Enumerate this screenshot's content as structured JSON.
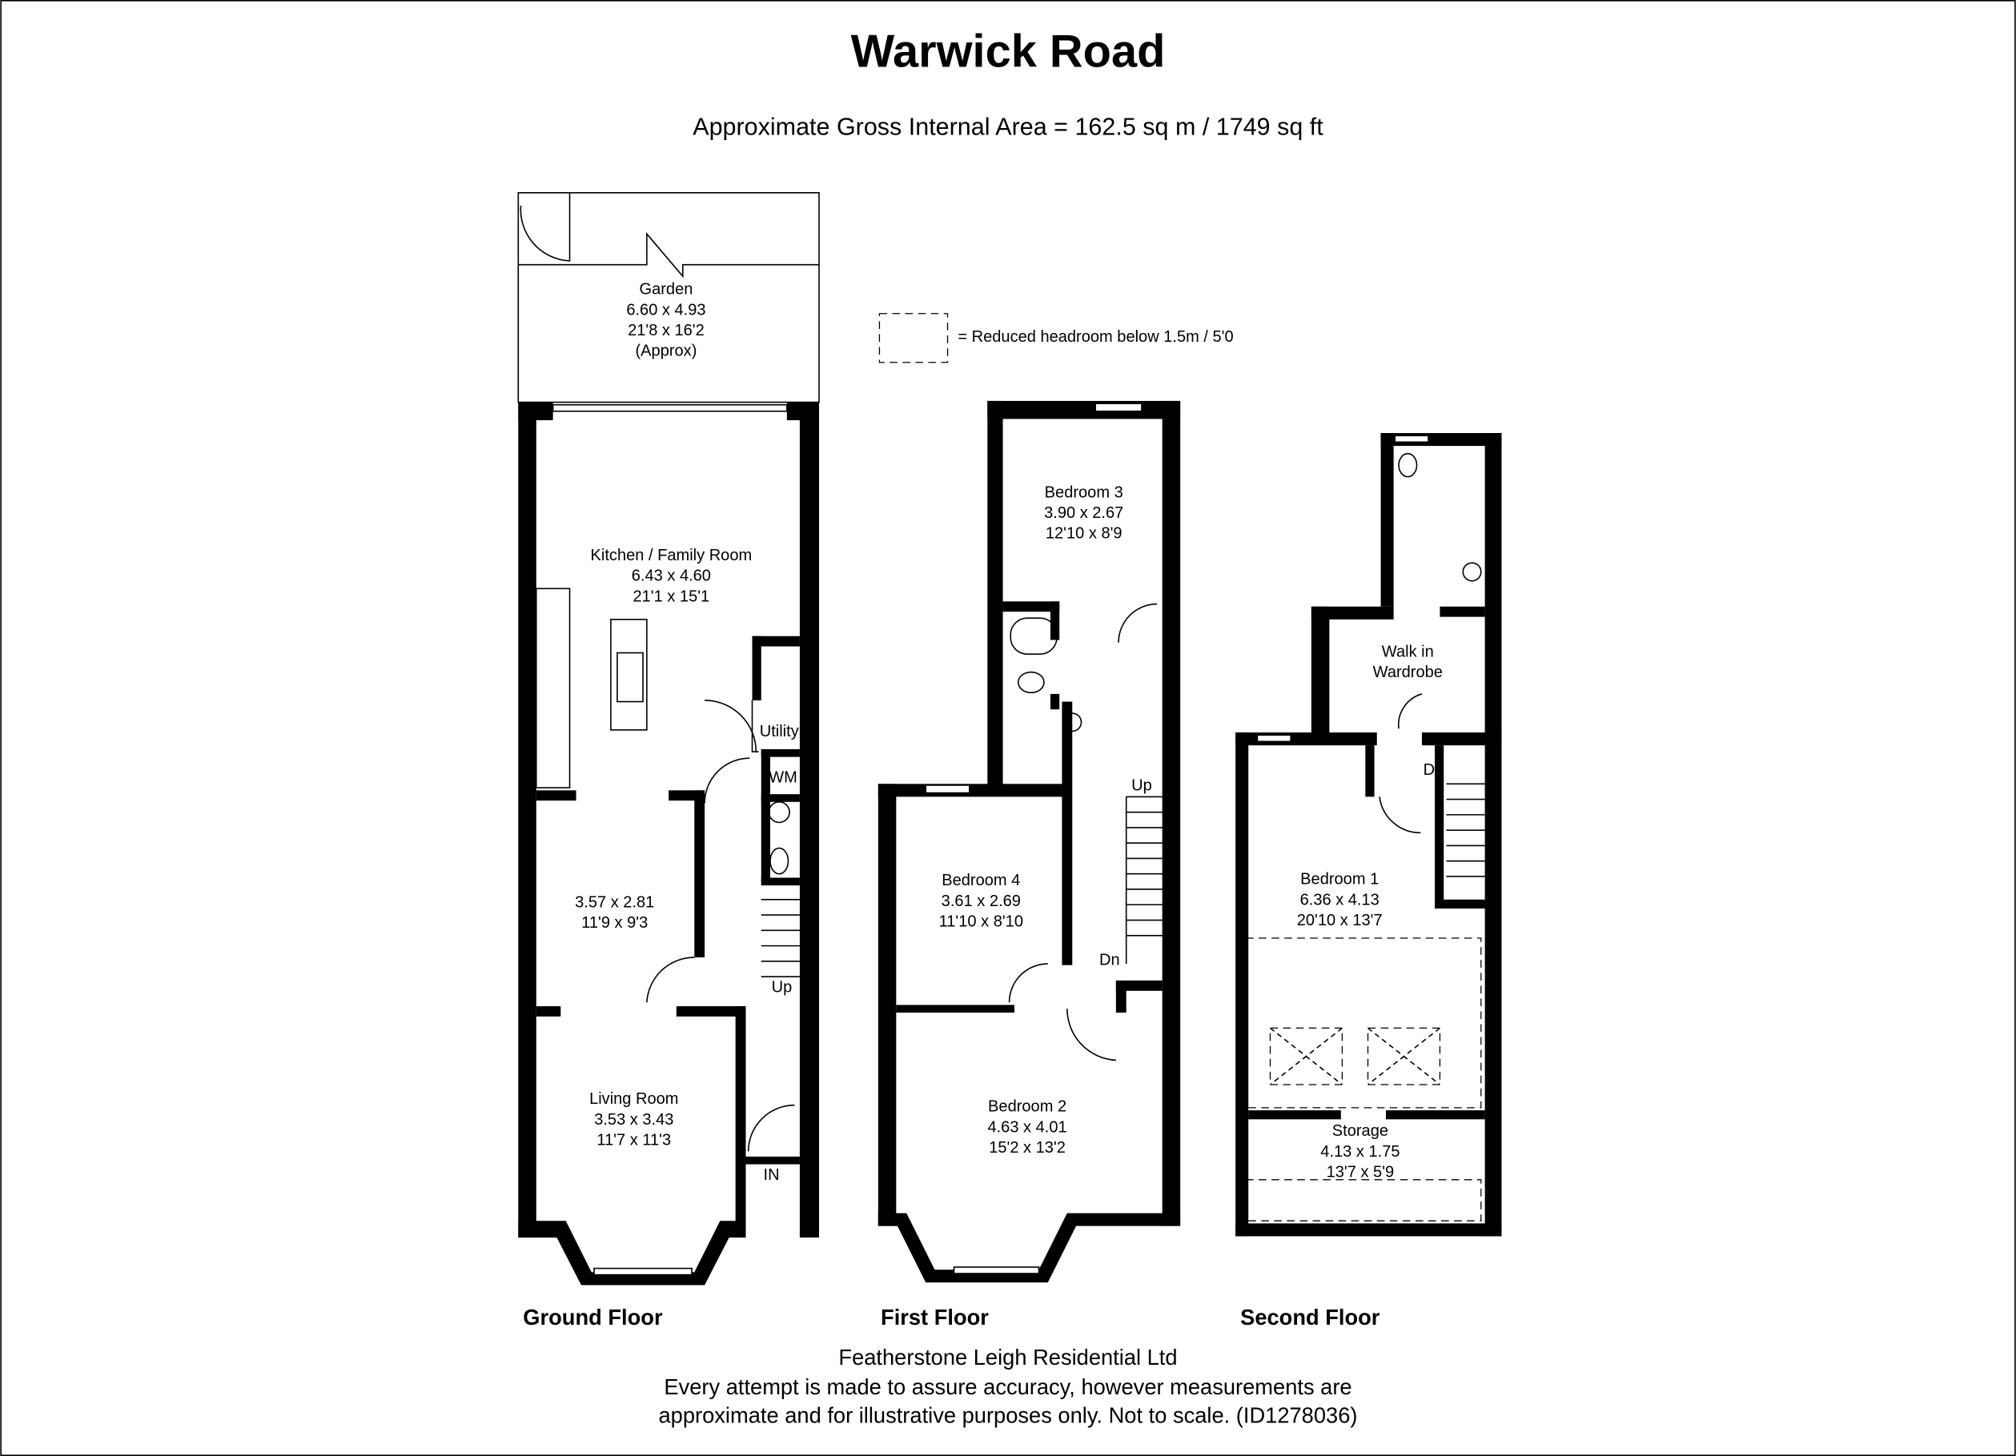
{
  "header": {
    "title": "Warwick Road",
    "area": "Approximate Gross Internal Area = 162.5 sq m / 1749 sq ft"
  },
  "legend": {
    "reduced_headroom": "= Reduced headroom below 1.5m / 5'0"
  },
  "floors": {
    "ground": {
      "label": "Ground Floor",
      "rooms": {
        "garden": {
          "name": "Garden",
          "metric": "6.60 x 4.93",
          "imperial": "21'8 x 16'2",
          "note": "(Approx)"
        },
        "kitchen": {
          "name": "Kitchen / Family Room",
          "metric": "6.43 x 4.60",
          "imperial": "21'1 x 15'1"
        },
        "utility": {
          "name": "Utility"
        },
        "wm": {
          "name": "WM"
        },
        "dining": {
          "metric": "3.57 x 2.81",
          "imperial": "11'9 x 9'3"
        },
        "living": {
          "name": "Living Room",
          "metric": "3.53 x 3.43",
          "imperial": "11'7 x 11'3"
        }
      },
      "stairs_up": "Up",
      "entrance": "IN"
    },
    "first": {
      "label": "First Floor",
      "rooms": {
        "bedroom3": {
          "name": "Bedroom 3",
          "metric": "3.90 x 2.67",
          "imperial": "12'10 x 8'9"
        },
        "bedroom4": {
          "name": "Bedroom 4",
          "metric": "3.61 x 2.69",
          "imperial": "11'10 x 8'10"
        },
        "bedroom2": {
          "name": "Bedroom 2",
          "metric": "4.63 x 4.01",
          "imperial": "15'2 x 13'2"
        }
      },
      "stairs_up": "Up",
      "stairs_down": "Dn"
    },
    "second": {
      "label": "Second Floor",
      "rooms": {
        "wardrobe": {
          "name_line1": "Walk in",
          "name_line2": "Wardrobe"
        },
        "bedroom1": {
          "name": "Bedroom 1",
          "metric": "6.36 x 4.13",
          "imperial": "20'10 x 13'7"
        },
        "storage": {
          "name": "Storage",
          "metric": "4.13 x 1.75",
          "imperial": "13'7 x 5'9"
        }
      },
      "stairs_down": "Dn"
    }
  },
  "footer": {
    "company": "Featherstone Leigh Residential Ltd",
    "disclaimer_line1": "Every attempt is made to assure accuracy, however measurements are",
    "disclaimer_line2": "approximate and for illustrative purposes only. Not to scale. (ID1278036)"
  }
}
